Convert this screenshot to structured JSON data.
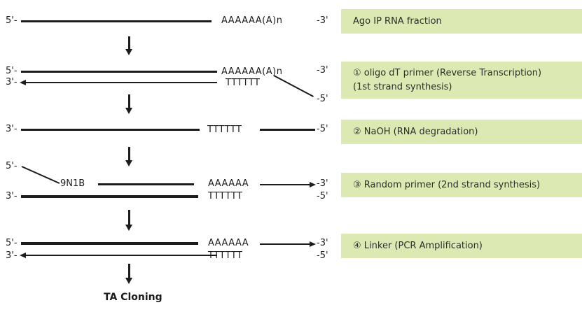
{
  "strand_ends": {
    "five_prime_start": "5'-",
    "three_prime_start": "3'-",
    "three_prime_end": "-3'",
    "five_prime_end": "-5'"
  },
  "sequences": {
    "polyA_n": "AAAAAA(A)n",
    "polyA": "AAAAAA",
    "polyT": "TTTTTT",
    "random_primer": "9N1B"
  },
  "steps": [
    {
      "label": "Ago IP RNA fraction"
    },
    {
      "label": "① oligo dT primer (Reverse Transcription)",
      "sublabel": "(1st strand synthesis)"
    },
    {
      "label": "② NaOH (RNA degradation)"
    },
    {
      "label": "③ Random primer (2nd strand synthesis)"
    },
    {
      "label": "④ Linker (PCR Amplification)"
    }
  ],
  "footer": {
    "ta_cloning": "TA Cloning"
  },
  "colors": {
    "box_bg": "#dce9b2",
    "ink": "#1c1c1c"
  }
}
